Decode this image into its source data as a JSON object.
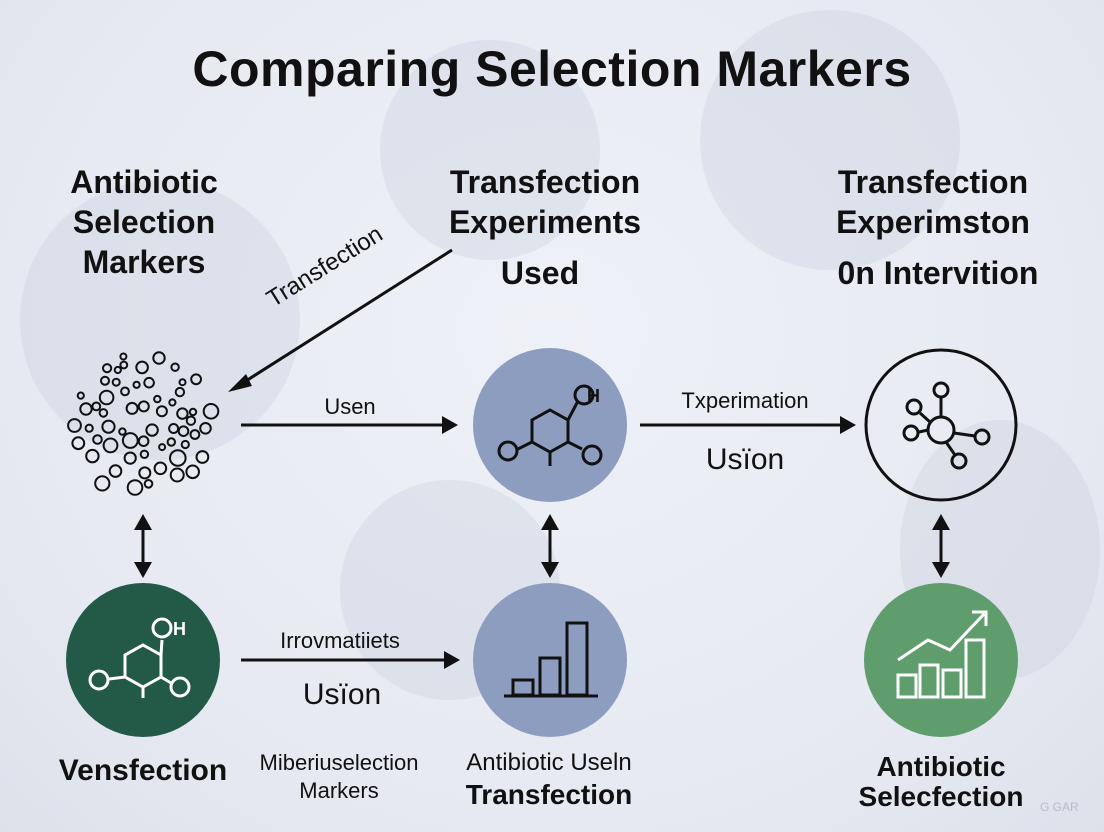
{
  "title": "Comparing Selection Markers",
  "headers": {
    "left": [
      "Antibiotic",
      "Selection",
      "Markers"
    ],
    "middle": [
      "Transfection",
      "Experiments"
    ],
    "middle_sub": "Used",
    "right": [
      "Transfection",
      "Experimston"
    ],
    "right_sub": "0n Intervition"
  },
  "arrow_labels": {
    "diagonal": "Transfection",
    "top_left": "Usen",
    "top_right": "Txperimation",
    "top_right_sub": "Usїon",
    "bottom": "Irrovmatiiets",
    "bottom_sub": "Usїon"
  },
  "node_labels": {
    "molecule_mid_oh": "H",
    "molecule_left_oh": "H"
  },
  "captions": {
    "bottom_left": "Vensfection",
    "bottom_mid_left": [
      "Miberiuselection",
      "Markers"
    ],
    "bottom_mid": [
      "Antibiotic Useln",
      "Transfection"
    ],
    "bottom_right": [
      "Antibiotic",
      "Selecfection"
    ]
  },
  "colors": {
    "dark_green": "#235a47",
    "slate_blue": "#8d9dbf",
    "mid_green": "#5f9d6c",
    "line": "#111111"
  },
  "watermark": "G GAR"
}
